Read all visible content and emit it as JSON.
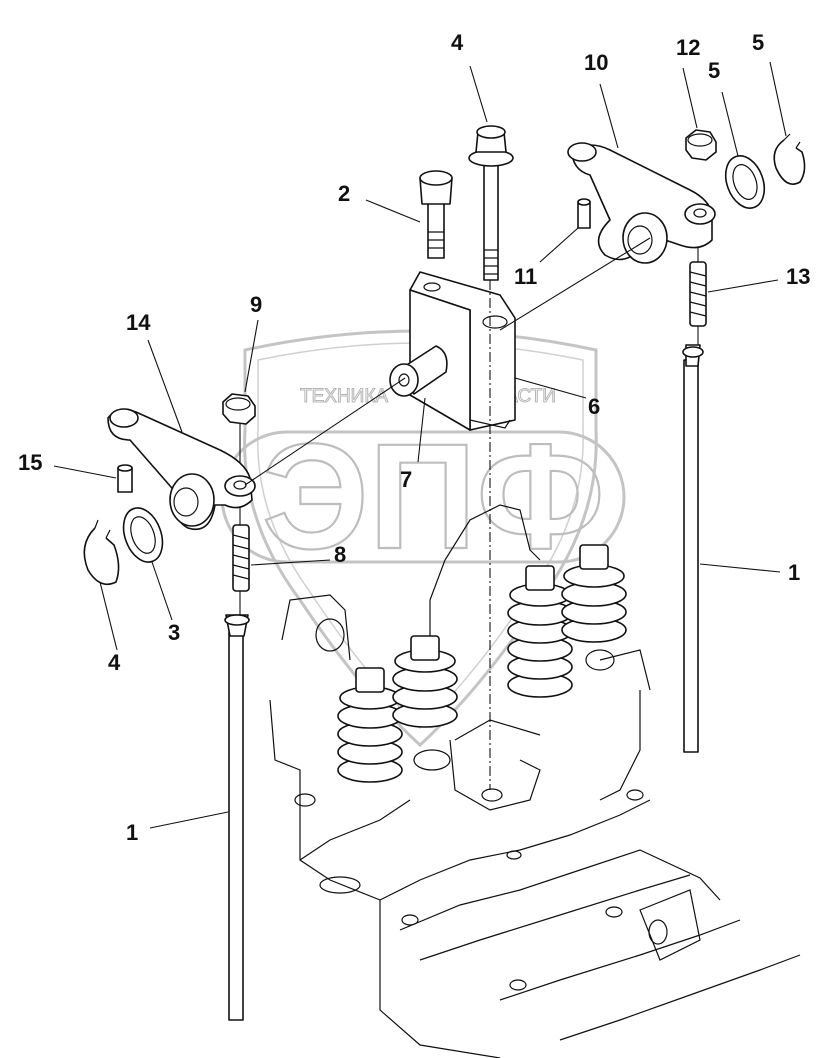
{
  "watermark": {
    "top_text_left": "ТЕХНИКА",
    "top_text_right": "ЗАПЧАСТИ",
    "big_text": "ЭПФ",
    "watermark_color": "#bdbdbd"
  },
  "callouts": [
    {
      "id": "c1a",
      "label": "1"
    },
    {
      "id": "c1b",
      "label": "1"
    },
    {
      "id": "c2",
      "label": "2"
    },
    {
      "id": "c3",
      "label": "3"
    },
    {
      "id": "c4a",
      "label": "4"
    },
    {
      "id": "c4b",
      "label": "4"
    },
    {
      "id": "c5a",
      "label": "5"
    },
    {
      "id": "c5b",
      "label": "5"
    },
    {
      "id": "c6",
      "label": "6"
    },
    {
      "id": "c7",
      "label": "7"
    },
    {
      "id": "c8",
      "label": "8"
    },
    {
      "id": "c9",
      "label": "9"
    },
    {
      "id": "c10",
      "label": "10"
    },
    {
      "id": "c11",
      "label": "11"
    },
    {
      "id": "c12",
      "label": "12"
    },
    {
      "id": "c13",
      "label": "13"
    },
    {
      "id": "c14",
      "label": "14"
    },
    {
      "id": "c15",
      "label": "15"
    }
  ],
  "line_color": "#111111"
}
